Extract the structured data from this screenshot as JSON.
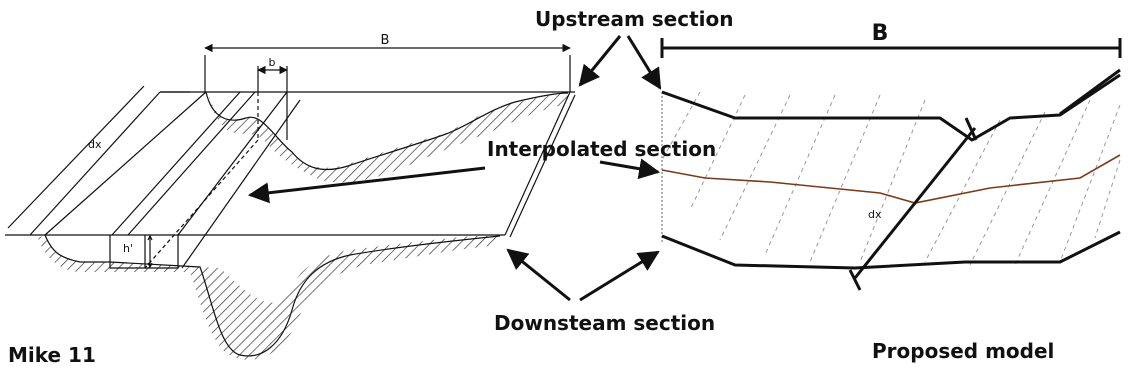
{
  "labels": {
    "upstream": "Upstream section",
    "interpolated": "Interpolated section",
    "downstream": "Downsteam section",
    "mike": "Mike 11",
    "proposed": "Proposed model",
    "left_B": "B",
    "left_b": "b",
    "left_dx": "dx",
    "left_h": "h'",
    "right_B": "B",
    "right_dx": "dx"
  },
  "colors": {
    "interpolated_line": "#7a3a1a",
    "stroke": "#111111",
    "guide": "#999999"
  }
}
